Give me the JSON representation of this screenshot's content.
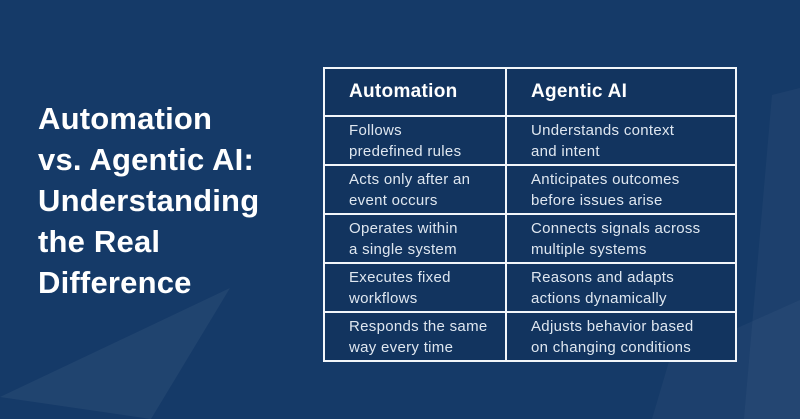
{
  "theme": {
    "background": "#153a68",
    "cell_background": "#12345f",
    "border_color": "#f2f6fa",
    "title_color": "#ffffff",
    "cell_text_color": "#dfe7f0"
  },
  "title": {
    "lines": [
      "Automation",
      "vs. Agentic AI:",
      "Understanding",
      "the Real",
      "Difference"
    ],
    "full_text": "Automation vs. Agentic AI: Understanding the Real Difference"
  },
  "comparison_table": {
    "headers": [
      "Automation",
      "Agentic AI"
    ],
    "rows": [
      {
        "automation": "Follows\npredefined rules",
        "agentic_ai": "Understands context\nand intent"
      },
      {
        "automation": "Acts only after an\nevent occurs",
        "agentic_ai": "Anticipates outcomes\nbefore issues arise"
      },
      {
        "automation": "Operates within\na single system",
        "agentic_ai": "Connects signals across\nmultiple systems"
      },
      {
        "automation": "Executes fixed\nworkflows",
        "agentic_ai": "Reasons and adapts\nactions dynamically"
      },
      {
        "automation": "Responds the same\nway every time",
        "agentic_ai": "Adjusts behavior based\non changing conditions"
      }
    ]
  }
}
